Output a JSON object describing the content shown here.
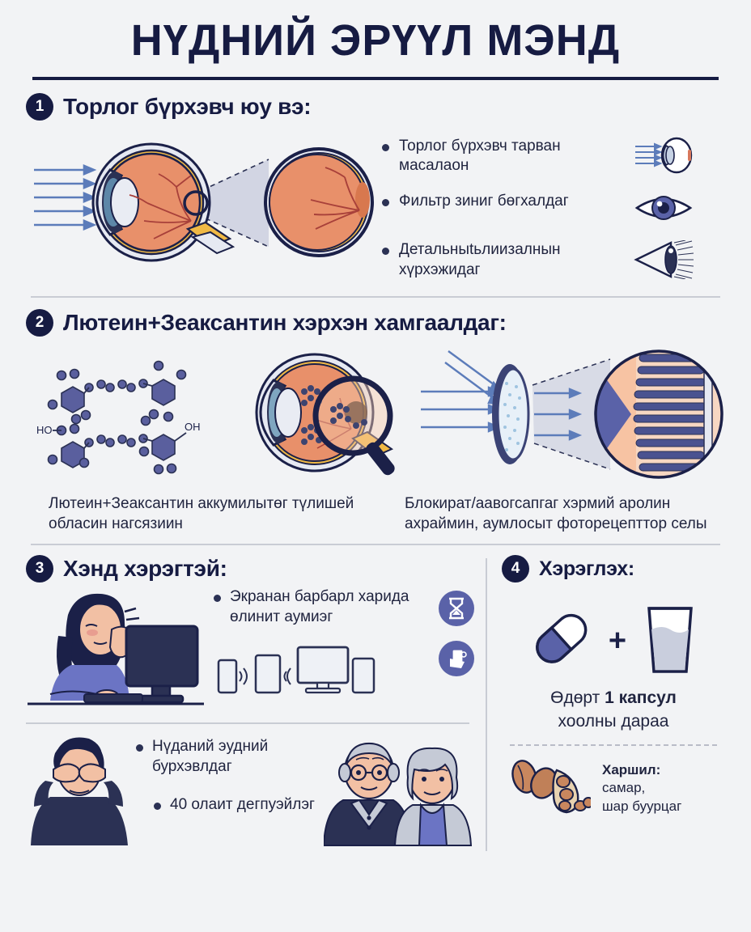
{
  "title": "НҮДНИЙ ЭРҮҮЛ МЭНД",
  "colors": {
    "ink": "#161b42",
    "bg": "#f2f3f5",
    "periwinkle": "#5a62a8",
    "retina": "#e8906a",
    "arrow_blue": "#5c7cba",
    "molecule": "#5a5f9e",
    "skin": "#f2c0a4"
  },
  "sections": [
    {
      "number": "1",
      "heading": "Торлог бүрхэвч юу вэ:",
      "bullets": [
        {
          "text": "Торлог бүрхэвч тарван масалаон",
          "icon": "eye-cross-section-icon"
        },
        {
          "text": "Фильтр зиниг бөгхалдаг",
          "icon": "eye-front-icon"
        },
        {
          "text": "Детальныtьлиизалнын хүрхэжидаг",
          "icon": "eye-vision-rays-icon"
        }
      ],
      "diagram": "eye-anatomy-with-macula-zoom"
    },
    {
      "number": "2",
      "heading": "Лютеин+Зеаксантин хэрхэн хамгаалдаг:",
      "captions": [
        "Лютеин+Зеаксантин аккумилытөг түлишей обласин нагсязиин",
        "Блокират/аавогсапгаг хэрмий аролин ахраймин, аумлосыт фоторецепттор селы"
      ],
      "diagrams": [
        "lutein-zeaxanthin-molecules",
        "eye-with-magnifier",
        "filter-photoreceptor-diagram"
      ]
    },
    {
      "number": "3",
      "heading": "Хэнд хэрэгтэй:",
      "bullets": [
        {
          "text": "Экранан барбарл харида өлинит аумиэг"
        },
        {
          "text": "Нүданий эудний бурхэвлдаг"
        },
        {
          "text": "40 олаит дегпуэйлэг"
        }
      ],
      "badges": [
        "hourglass-icon",
        "phone-hand-icon"
      ],
      "illustrations": [
        "tired-woman-at-computer",
        "devices-group",
        "man-rubbing-eyes",
        "elderly-couple"
      ]
    },
    {
      "number": "4",
      "heading": "Хэрэглэх:",
      "dose_prefix": "Өдөрт ",
      "dose_strong": "1 капсул",
      "dose_suffix": "хоолны дараа",
      "plus_sign": "+",
      "allergy_label": "Харшил:",
      "allergy_items_1": "самар,",
      "allergy_items_2": "шар буурцаг",
      "icons": [
        "capsule-icon",
        "water-glass-icon",
        "nuts-soybean-icon"
      ]
    }
  ]
}
